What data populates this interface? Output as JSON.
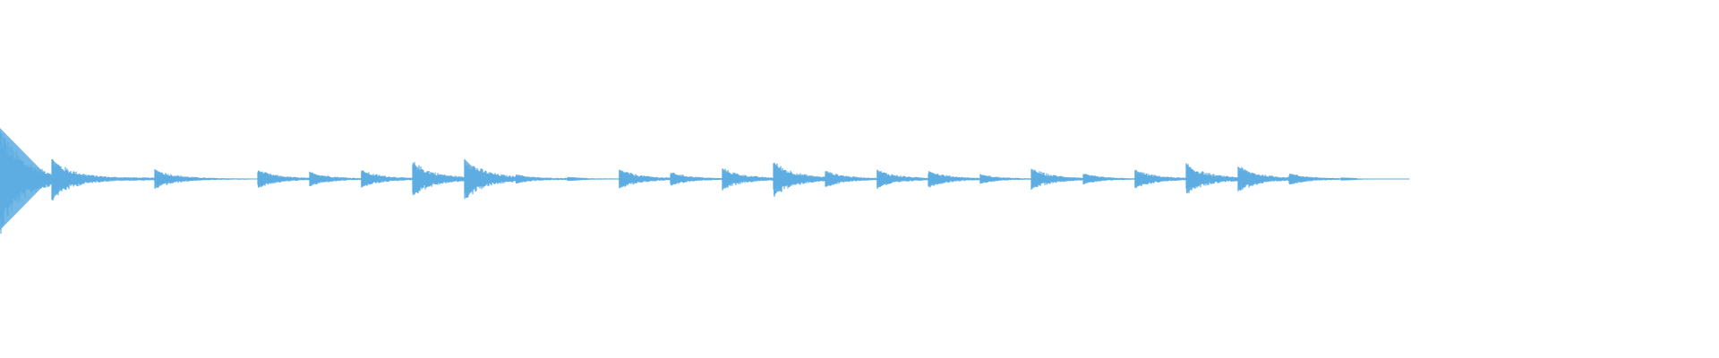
{
  "waveform": {
    "color": "#5DADE2",
    "duration_fraction": 0.82,
    "onsets": [
      {
        "t": 0.0,
        "peak": 1.0
      },
      {
        "t": 0.03,
        "peak": 0.4
      },
      {
        "t": 0.09,
        "peak": 0.19
      },
      {
        "t": 0.15,
        "peak": 0.17
      },
      {
        "t": 0.18,
        "peak": 0.14
      },
      {
        "t": 0.21,
        "peak": 0.17
      },
      {
        "t": 0.24,
        "peak": 0.33
      },
      {
        "t": 0.27,
        "peak": 0.4
      },
      {
        "t": 0.3,
        "peak": 0.09
      },
      {
        "t": 0.33,
        "peak": 0.04
      },
      {
        "t": 0.36,
        "peak": 0.19
      },
      {
        "t": 0.39,
        "peak": 0.13
      },
      {
        "t": 0.42,
        "peak": 0.21
      },
      {
        "t": 0.45,
        "peak": 0.33
      },
      {
        "t": 0.48,
        "peak": 0.16
      },
      {
        "t": 0.51,
        "peak": 0.18
      },
      {
        "t": 0.54,
        "peak": 0.16
      },
      {
        "t": 0.57,
        "peak": 0.09
      },
      {
        "t": 0.6,
        "peak": 0.2
      },
      {
        "t": 0.63,
        "peak": 0.1
      },
      {
        "t": 0.66,
        "peak": 0.18
      },
      {
        "t": 0.69,
        "peak": 0.29
      },
      {
        "t": 0.72,
        "peak": 0.25
      },
      {
        "t": 0.75,
        "peak": 0.11
      },
      {
        "t": 0.78,
        "peak": 0.03
      }
    ]
  }
}
